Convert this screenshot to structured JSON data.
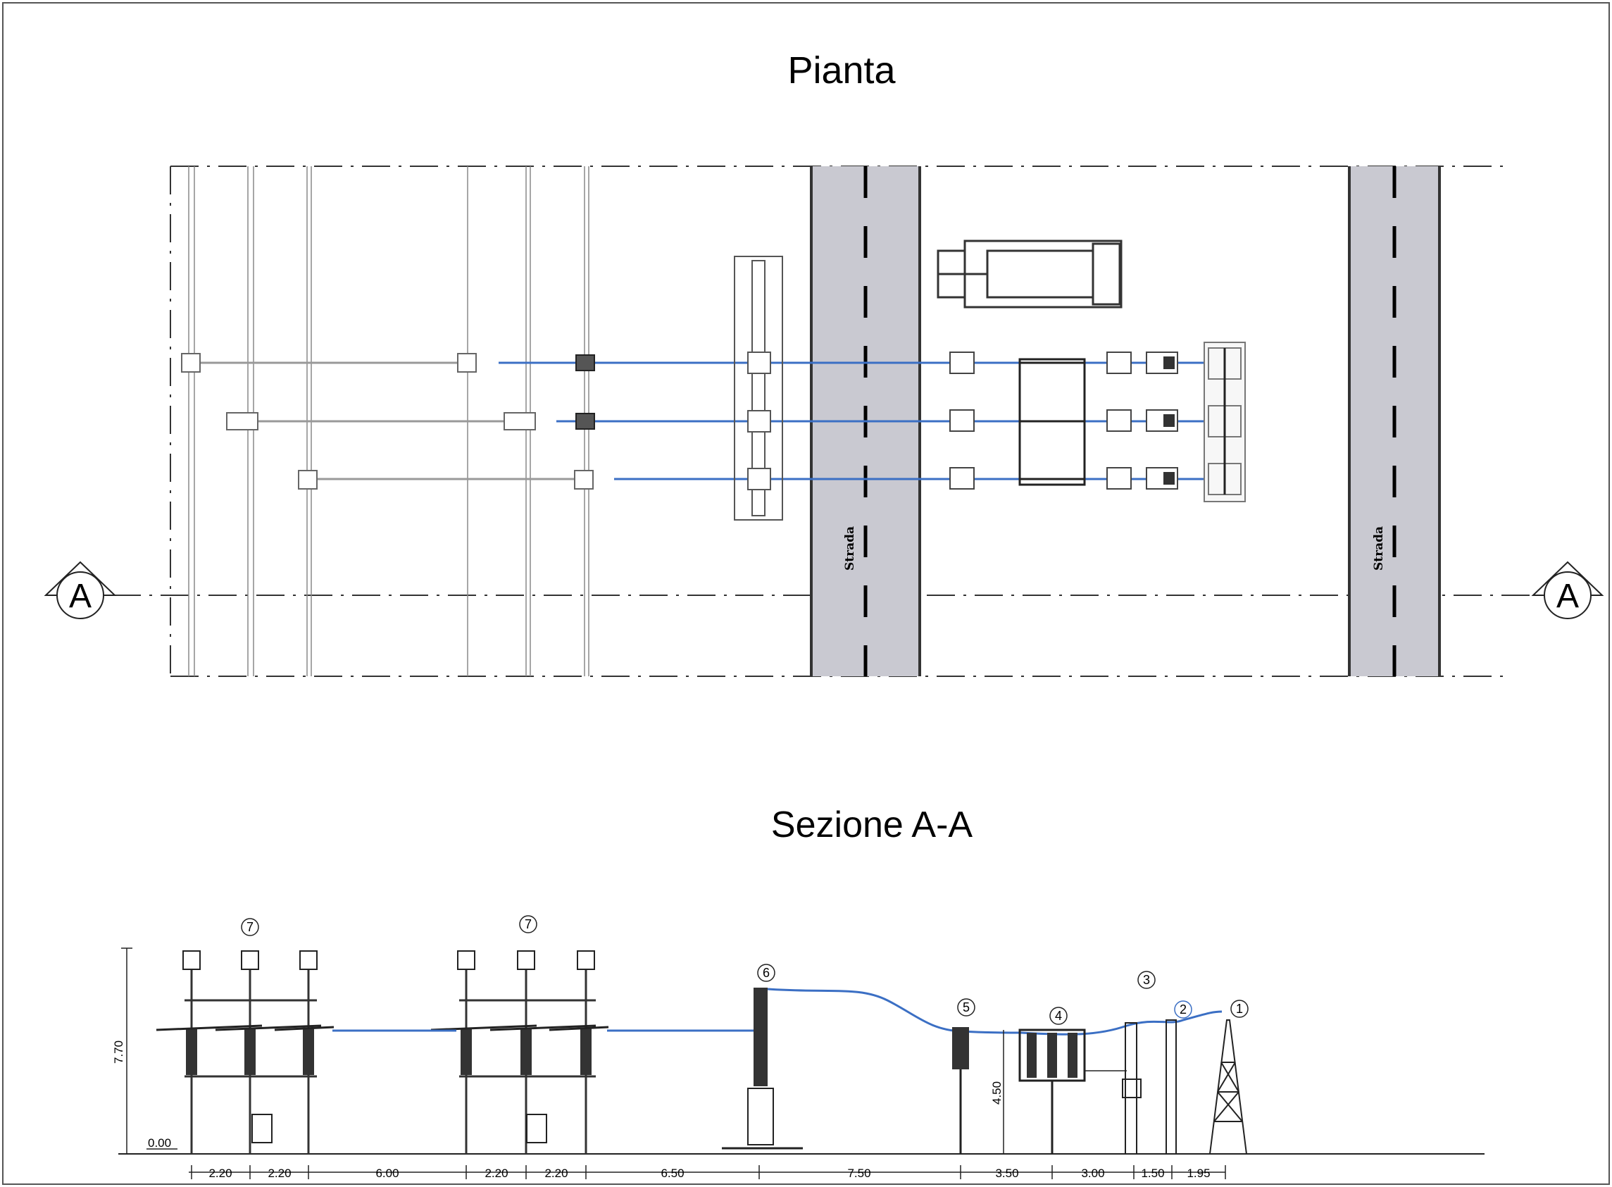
{
  "plan": {
    "title": "Pianta",
    "road_label": "Strada",
    "section_marker": "A"
  },
  "section": {
    "title": "Sezione A-A",
    "height_dim": "7.70",
    "ground_level": "0.00",
    "busbar_height_dim": "4.50",
    "bottom_dims": [
      "2.20",
      "2.20",
      "6.00",
      "2.20",
      "2.20",
      "6.50",
      "7.50",
      "3.50",
      "3.00",
      "1.50",
      "1.95"
    ],
    "callouts": [
      "7",
      "7",
      "6",
      "5",
      "4",
      "3",
      "2",
      "1"
    ]
  },
  "colors": {
    "conductor": "#3b6fc4",
    "road": "#c9c9d1",
    "line": "#222222"
  }
}
